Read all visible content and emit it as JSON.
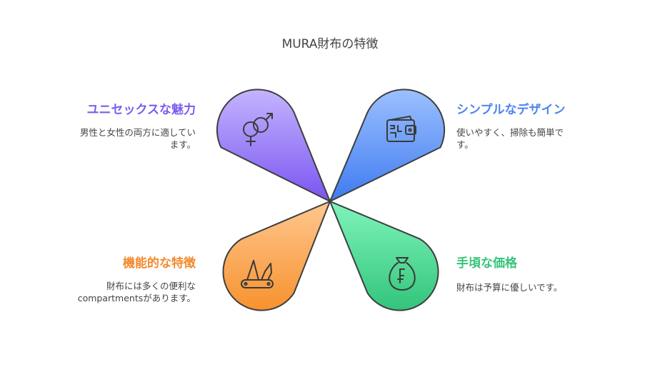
{
  "title": "MURA財布の特徴",
  "colors": {
    "purple": "#7a5cf0",
    "blue": "#4c84f0",
    "orange": "#f28a2e",
    "green": "#35c47a"
  },
  "features": [
    {
      "heading": "ユニセックスな魅力",
      "lines": [
        "男性と女性の両方に適してい",
        "ます。"
      ],
      "icon": "gender-icon"
    },
    {
      "heading": "シンプルなデザイン",
      "lines": [
        "使いやすく、掃除も簡単で",
        "す。"
      ],
      "icon": "wallet-icon"
    },
    {
      "heading": "機能的な特徴",
      "lines": [
        "財布には多くの便利な",
        "compartmentsがあります。"
      ],
      "icon": "multitool-icon"
    },
    {
      "heading": "手頃な価格",
      "lines": [
        "財布は予算に優しいです。"
      ],
      "icon": "money-bag-icon"
    }
  ]
}
